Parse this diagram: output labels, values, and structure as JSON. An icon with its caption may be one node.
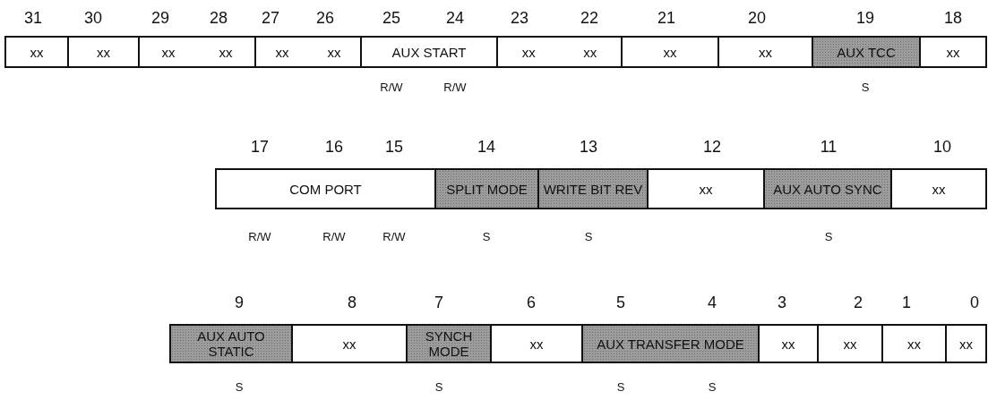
{
  "diagram": {
    "nodes": [
      {
        "text": [
          "xx"
        ]
      },
      {
        "text": [
          "xx"
        ]
      },
      {
        "text": [
          "xx",
          "xx"
        ]
      },
      {
        "text": [
          "xx",
          "xx"
        ]
      },
      {
        "text": [
          "AUX START"
        ]
      },
      {
        "text": [
          "xx",
          "xx"
        ]
      },
      {
        "text": [
          "xx"
        ]
      },
      {
        "text": [
          "xx"
        ]
      },
      {
        "text": [
          "AUX TCC"
        ]
      },
      {
        "text": [
          "xx"
        ]
      },
      {
        "text": [
          "COM PORT"
        ]
      },
      {
        "text": [
          "SPLIT MODE"
        ]
      },
      {
        "text": [
          "WRITE BIT REV"
        ]
      },
      {
        "text": [
          "xx"
        ]
      },
      {
        "text": [
          "AUX AUTO SYNC"
        ]
      },
      {
        "text": [
          "xx"
        ]
      },
      {
        "text": [
          "AUX AUTO STATIC"
        ]
      },
      {
        "text": [
          "xx"
        ]
      },
      {
        "text": [
          "SYNCH MODE"
        ]
      },
      {
        "text": [
          "xx"
        ]
      },
      {
        "text": [
          "AUX TRANSFER MODE"
        ]
      },
      {
        "text": [
          "xx"
        ]
      },
      {
        "text": [
          "xx"
        ]
      },
      {
        "text": [
          "xx"
        ]
      },
      {
        "text": [
          "xx"
        ]
      }
    ],
    "labels": [
      "31",
      "30",
      "29",
      "28",
      "27",
      "26",
      "25",
      "24",
      "23",
      "22",
      "21",
      "20",
      "19",
      "18",
      "R/W",
      "R/W",
      "S",
      "17",
      "16",
      "15",
      "14",
      "13",
      "12",
      "11",
      "10",
      "R/W",
      "R/W",
      "R/W",
      "S",
      "S",
      "S",
      "9",
      "8",
      "7",
      "6",
      "5",
      "4",
      "3",
      "2",
      "1",
      "0",
      "S",
      "S",
      "S",
      "S"
    ]
  }
}
